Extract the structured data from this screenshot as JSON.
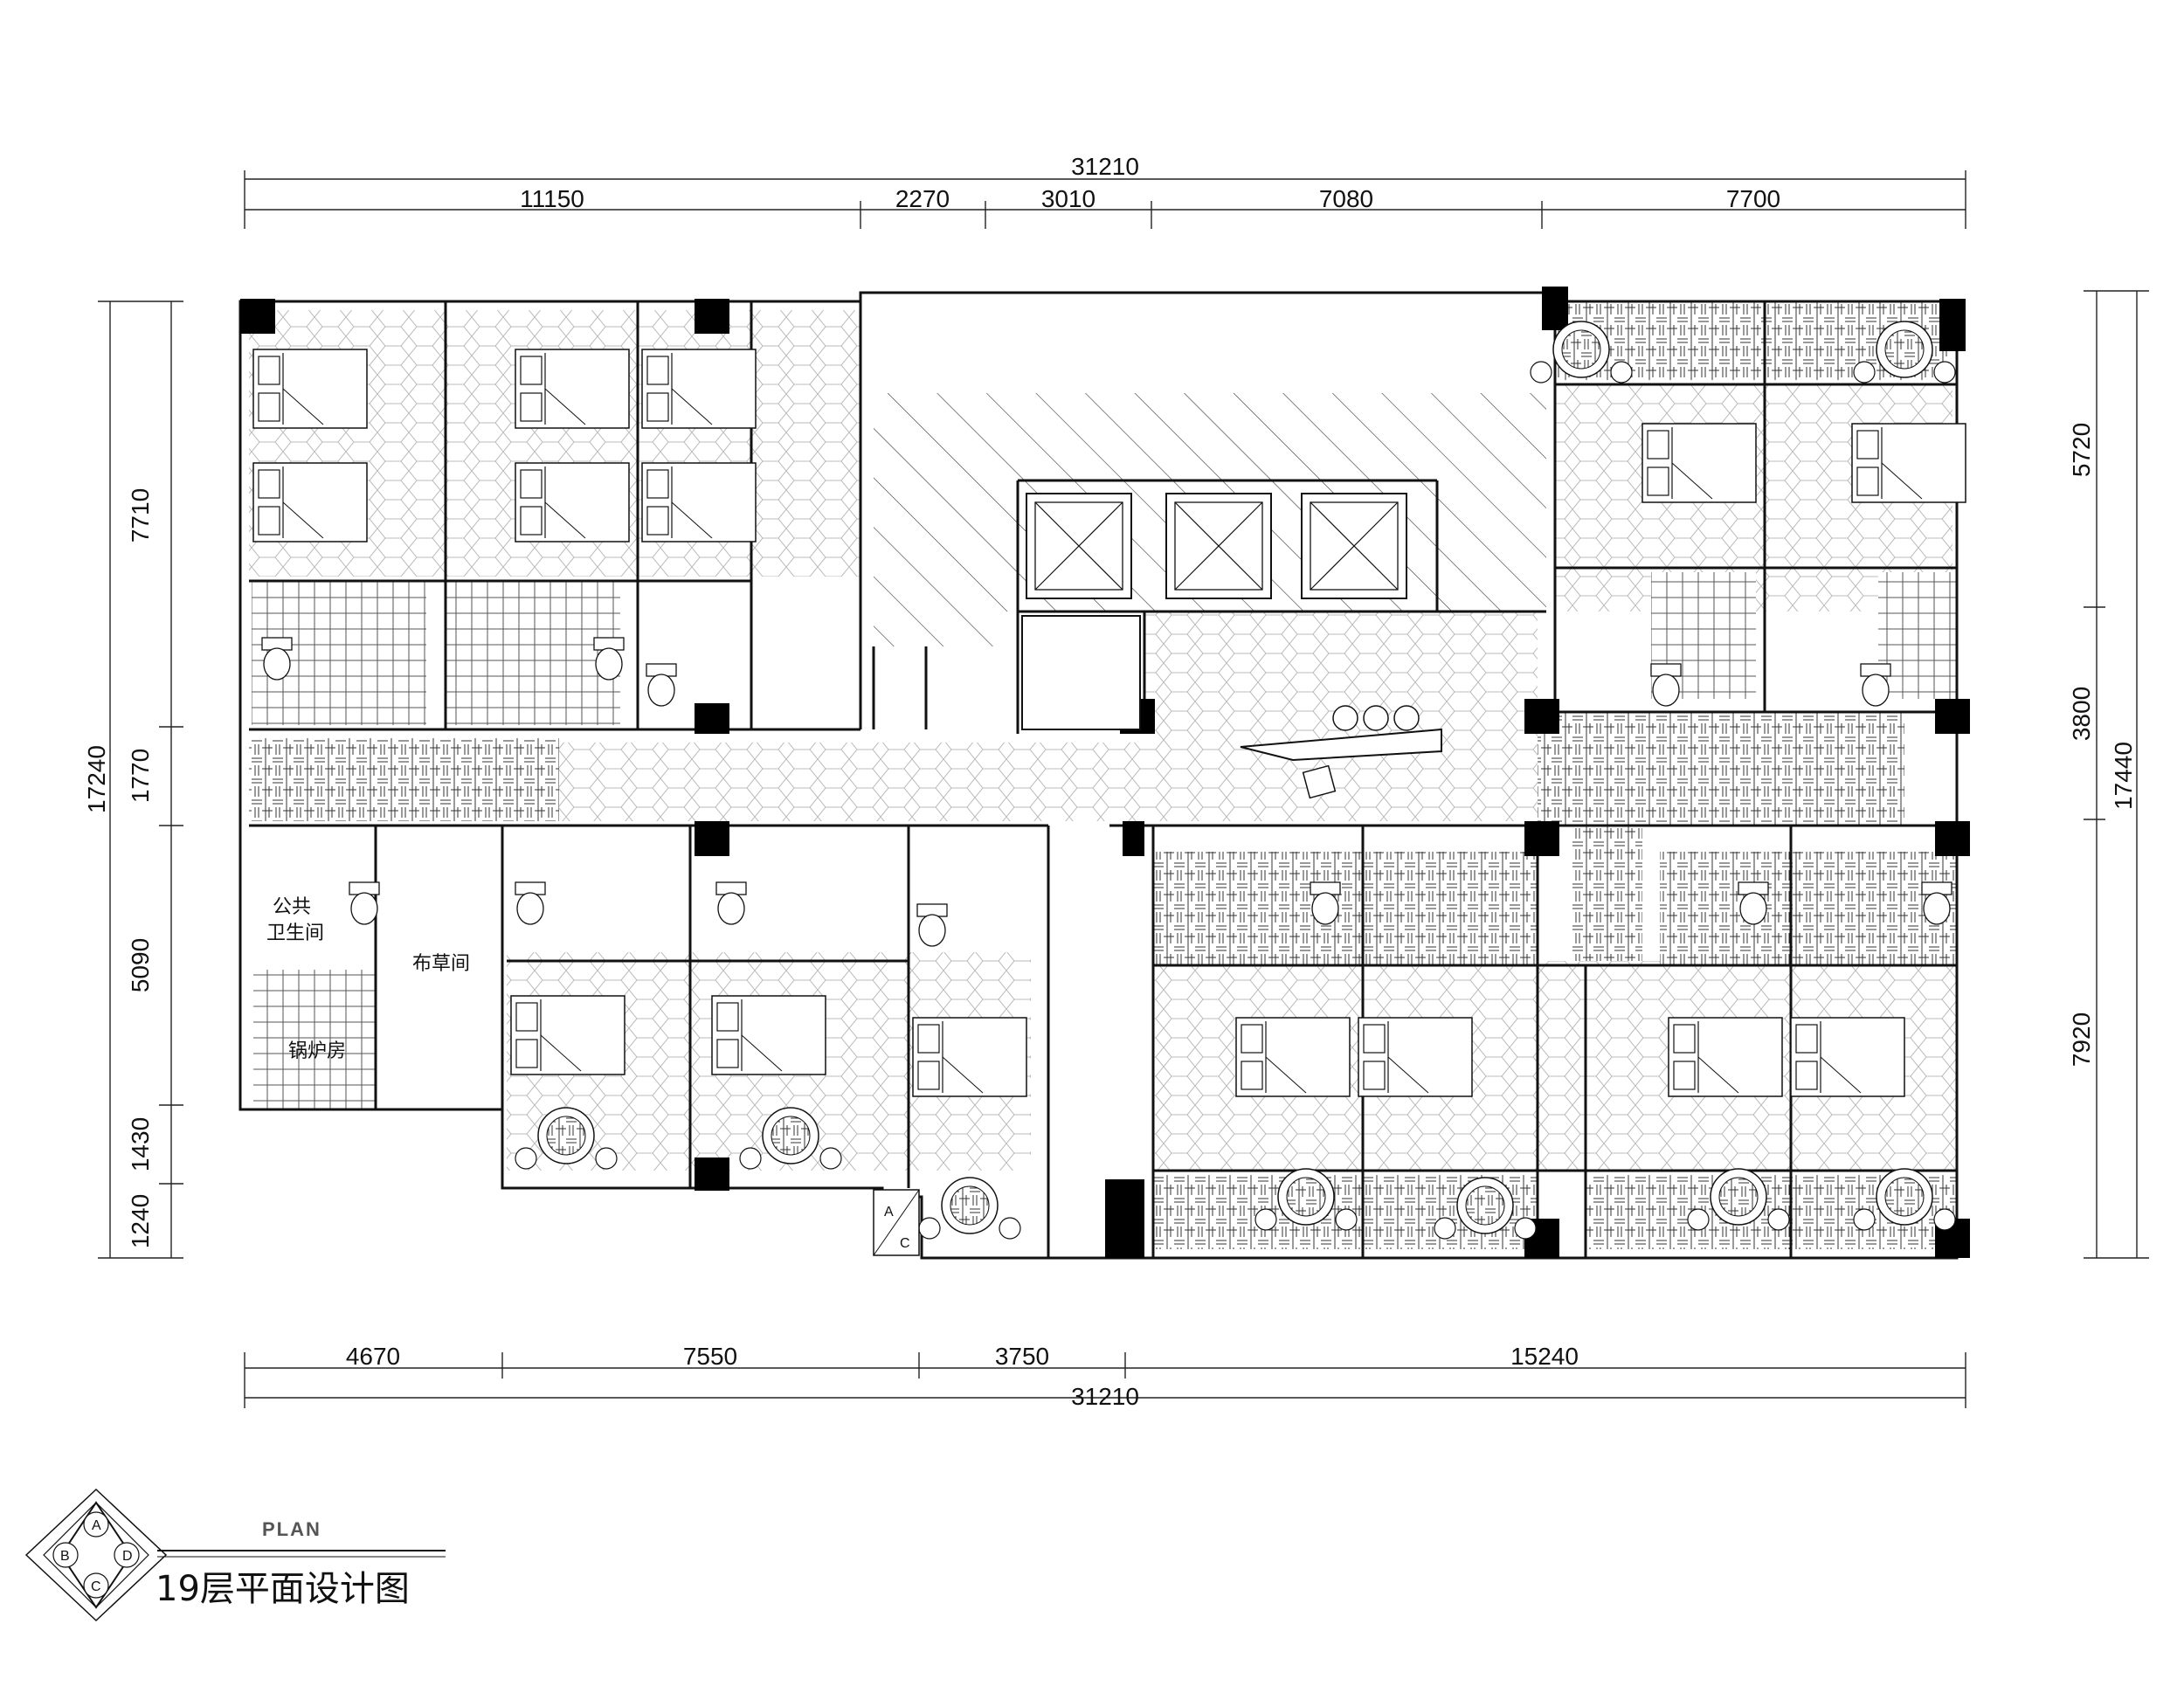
{
  "dimensions": {
    "top_total": "31210",
    "top_segments": [
      "11150",
      "2270",
      "3010",
      "7080",
      "7700"
    ],
    "bottom_segments": [
      "4670",
      "7550",
      "3750",
      "15240"
    ],
    "bottom_total": "31210",
    "left_total": "17240",
    "left_segments": [
      "7710",
      "1770",
      "5090",
      "1430",
      "1240"
    ],
    "right_total": "17440",
    "right_segments": [
      "5720",
      "3800",
      "7920"
    ]
  },
  "rooms": {
    "public_wc_line1": "公共",
    "public_wc_line2": "卫生间",
    "linen_room": "布草间",
    "boiler_room": "锅炉房",
    "shaft_a": "A",
    "shaft_c": "C"
  },
  "title": {
    "plan_word": "PLAN",
    "main": "19层平面设计图"
  },
  "compass": [
    "A",
    "B",
    "C",
    "D"
  ]
}
